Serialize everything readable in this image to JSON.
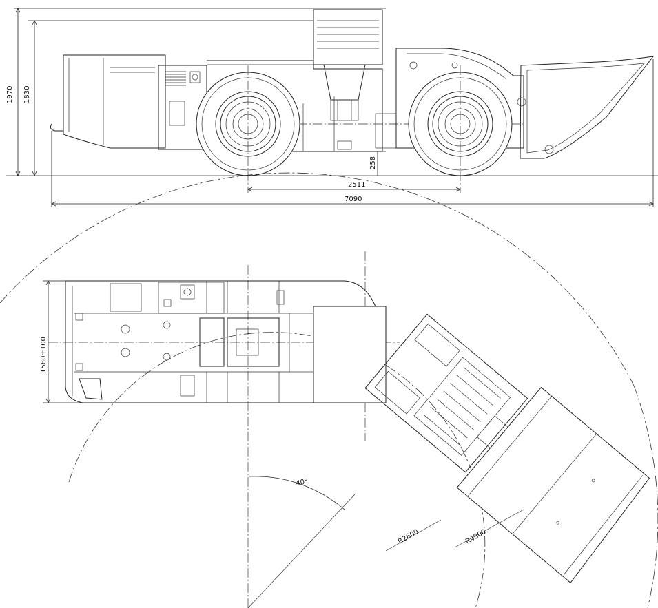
{
  "side_view": {
    "dimensions": {
      "overall_height": "1970",
      "cab_height": "1830",
      "ground_clearance": "258",
      "wheelbase": "2511",
      "overall_length": "7090"
    }
  },
  "top_view": {
    "dimensions": {
      "width": "1580±100",
      "articulation_angle": "40°",
      "inner_radius": "R2600",
      "outer_radius": "R4800"
    }
  }
}
